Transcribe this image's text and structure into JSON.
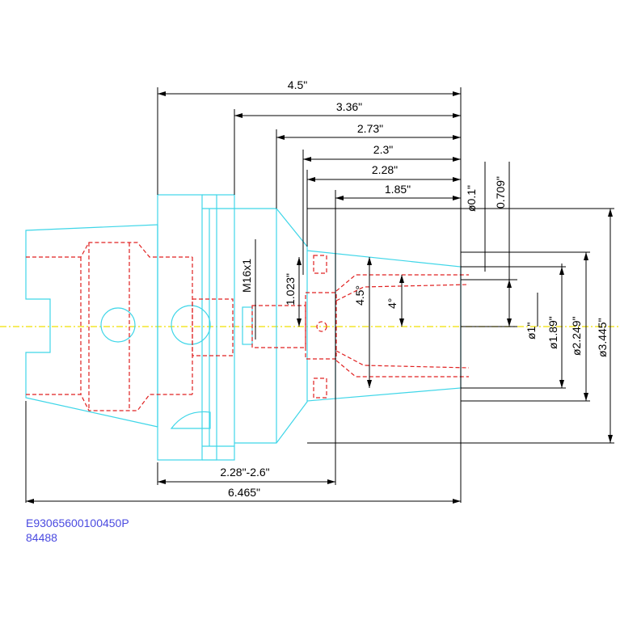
{
  "dimensions": {
    "overall_4_5": "4.5\"",
    "len_3_36": "3.36\"",
    "len_2_73": "2.73\"",
    "len_2_3": "2.3\"",
    "len_2_28": "2.28\"",
    "len_1_85": "1.85\"",
    "range_2_28_2_6": "2.28\"-2.6\"",
    "overall_6_465": "6.465\"",
    "dia_0_1": "ø0.1\"",
    "len_0_709": "0.709\"",
    "dia_1": "ø1\"",
    "dia_1_89": "ø1.89\"",
    "dia_2_249": "ø2.249\"",
    "dia_3_445": "ø3.445\"",
    "thread_m16": "M16x1",
    "len_1_023": "1.023\"",
    "angle_4_5": "4.5°",
    "angle_4": "4°"
  },
  "part_number": "E93065600100450P",
  "part_code": "84488",
  "colors": {
    "outline": "#3fd6e8",
    "hidden": "#e02020",
    "centerline": "#f0e000",
    "dimension": "#000000",
    "label": "#4a4ae0"
  }
}
